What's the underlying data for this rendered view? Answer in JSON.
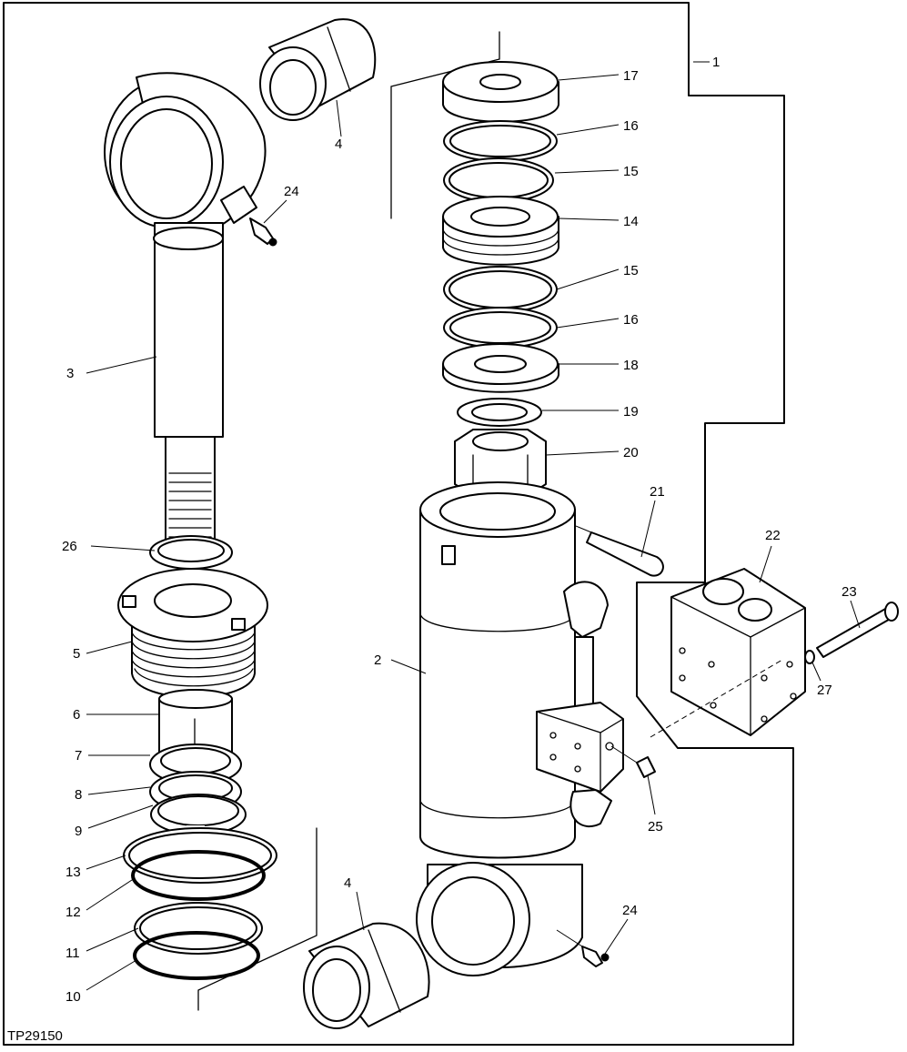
{
  "figure_code": "TP29150",
  "callouts": [
    {
      "id": "c1",
      "text": "1"
    },
    {
      "id": "c2",
      "text": "2"
    },
    {
      "id": "c3",
      "text": "3"
    },
    {
      "id": "c4a",
      "text": "4"
    },
    {
      "id": "c4b",
      "text": "4"
    },
    {
      "id": "c5",
      "text": "5"
    },
    {
      "id": "c6",
      "text": "6"
    },
    {
      "id": "c7",
      "text": "7"
    },
    {
      "id": "c8",
      "text": "8"
    },
    {
      "id": "c9",
      "text": "9"
    },
    {
      "id": "c10",
      "text": "10"
    },
    {
      "id": "c11",
      "text": "11"
    },
    {
      "id": "c12",
      "text": "12"
    },
    {
      "id": "c13",
      "text": "13"
    },
    {
      "id": "c14",
      "text": "14"
    },
    {
      "id": "c15a",
      "text": "15"
    },
    {
      "id": "c15b",
      "text": "15"
    },
    {
      "id": "c16a",
      "text": "16"
    },
    {
      "id": "c16b",
      "text": "16"
    },
    {
      "id": "c17",
      "text": "17"
    },
    {
      "id": "c18",
      "text": "18"
    },
    {
      "id": "c19",
      "text": "19"
    },
    {
      "id": "c20",
      "text": "20"
    },
    {
      "id": "c21",
      "text": "21"
    },
    {
      "id": "c22",
      "text": "22"
    },
    {
      "id": "c23",
      "text": "23"
    },
    {
      "id": "c24a",
      "text": "24"
    },
    {
      "id": "c24b",
      "text": "24"
    },
    {
      "id": "c25",
      "text": "25"
    },
    {
      "id": "c26",
      "text": "26"
    },
    {
      "id": "c27",
      "text": "27"
    }
  ]
}
